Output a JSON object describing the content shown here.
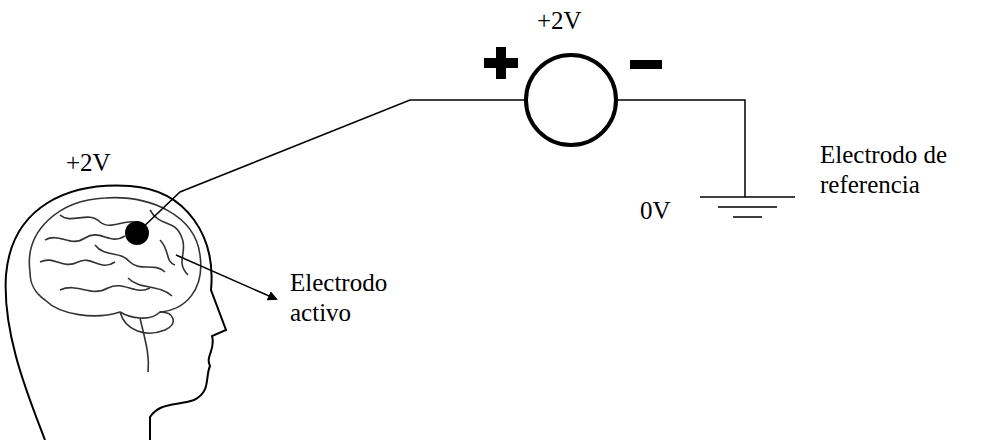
{
  "diagram": {
    "labels": [
      "+2V",
      "+2V",
      "Electrodo de referencia",
      "0V",
      "Electrodo activo"
    ]
  }
}
